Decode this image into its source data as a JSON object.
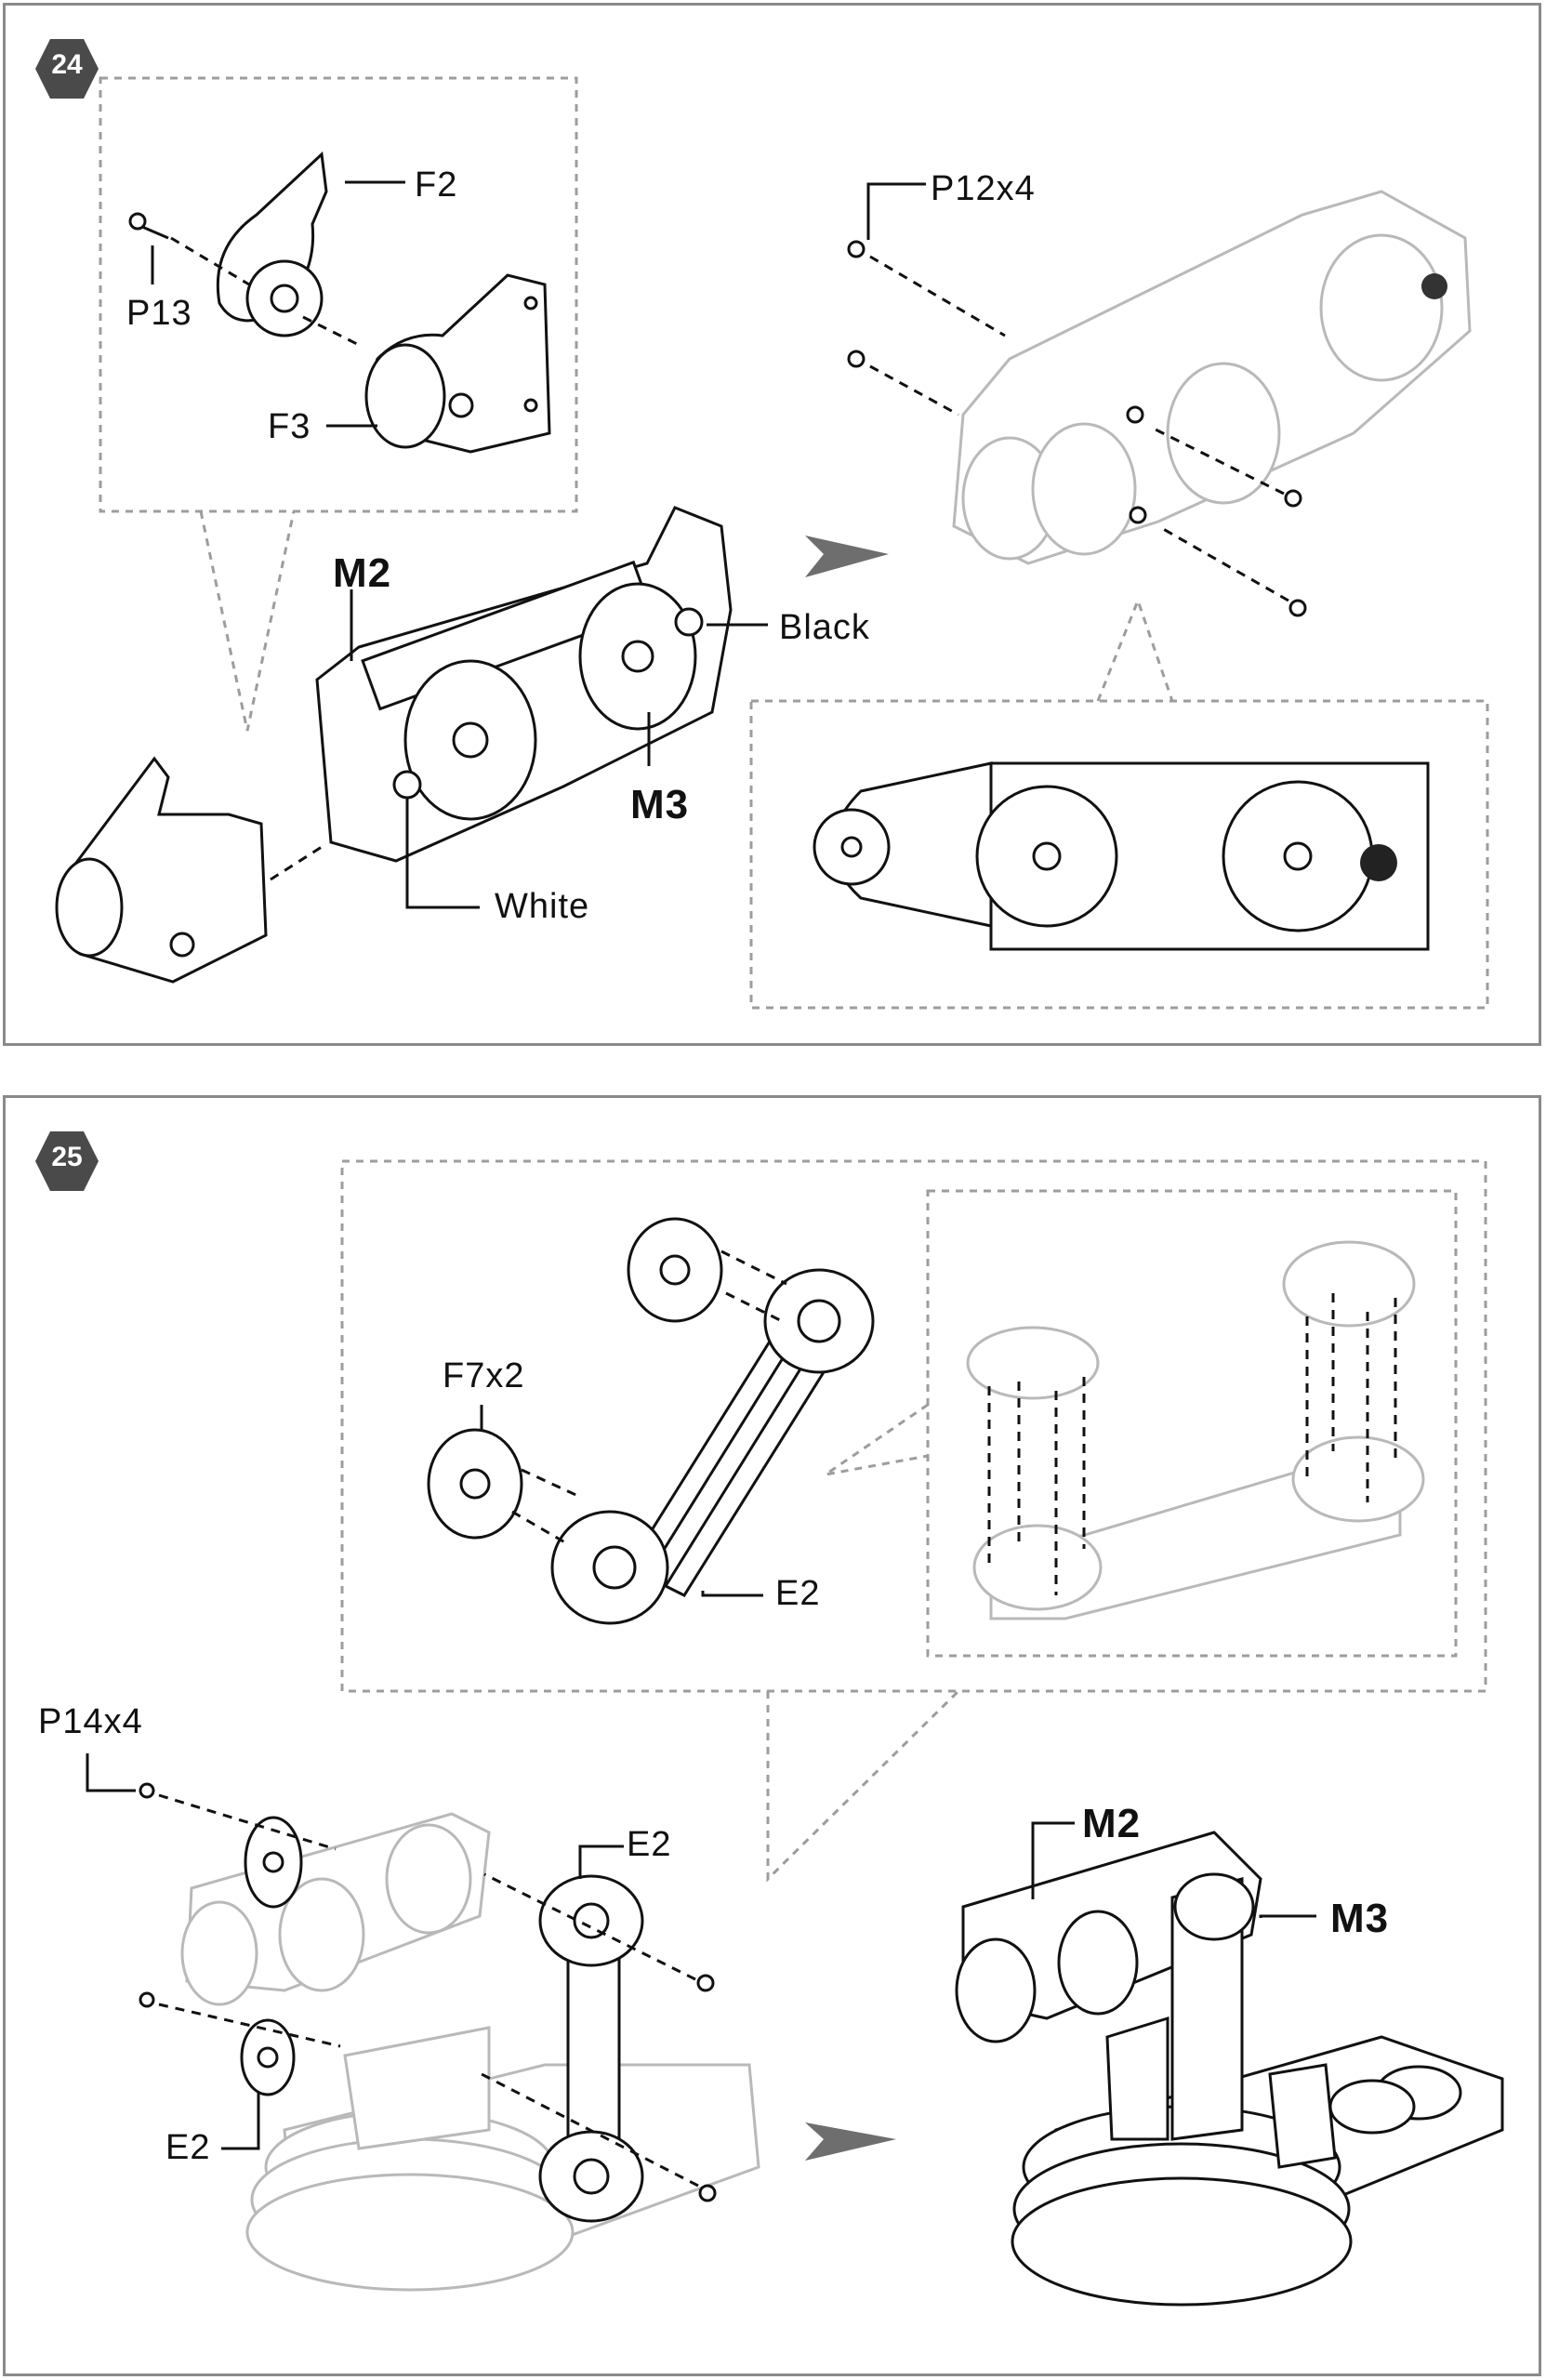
{
  "steps": [
    {
      "number": "24",
      "labels": {
        "f2": "F2",
        "p13": "P13",
        "f3": "F3",
        "p12x4": "P12x4",
        "m2": "M2",
        "m3": "M3",
        "black": "Black",
        "white": "White"
      }
    },
    {
      "number": "25",
      "labels": {
        "f7x2": "F7x2",
        "e2_top": "E2",
        "p14x4": "P14x4",
        "e2_arm": "E2",
        "e2_disc": "E2",
        "m2": "M2",
        "m3": "M3"
      }
    }
  ],
  "colors": {
    "badge": "#4a4a4a",
    "arrow": "#6e6e6e",
    "panel_border": "#8a8a8a",
    "callout": "#9d9d9d",
    "ghost_part": "#b9b9b9"
  },
  "icons": [
    "hexagon-badge",
    "next-step-arrow"
  ]
}
